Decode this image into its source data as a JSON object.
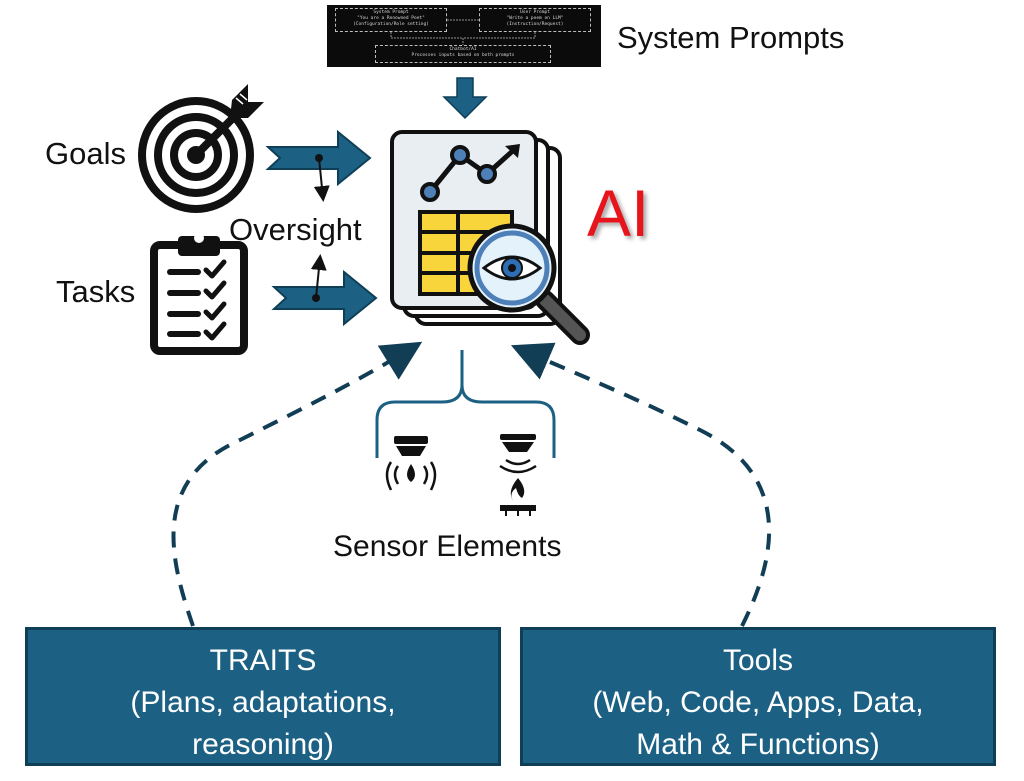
{
  "system_prompt_panel": {
    "system_box": {
      "title": "System Prompt",
      "line1": "\"You are a Renowned Poet\"",
      "line2": "(Configuration/Role setting)"
    },
    "user_box": {
      "title": "User Prompt",
      "line1": "\"Write a poem on LLM\"",
      "line2": "(Instruction/Request)"
    },
    "chatbot_box": {
      "title": "Chatbot/AI",
      "line1": "Processes inputs based on both prompts"
    }
  },
  "labels": {
    "system_prompts": "System Prompts",
    "goals": "Goals",
    "tasks": "Tasks",
    "oversight": "Oversight",
    "ai": "AI",
    "sensor_elements": "Sensor Elements"
  },
  "panels": {
    "traits": {
      "line1": "TRAITS",
      "line2": "(Plans, adaptations,",
      "line3": "reasoning)"
    },
    "tools": {
      "line1": "Tools",
      "line2": "(Web, Code, Apps, Data,",
      "line3": "Math & Functions)"
    }
  },
  "colors": {
    "arrow_fill": "#1c6184",
    "panel_fill": "#1c6184",
    "ai_text": "#e8141b",
    "dashed_line": "#123e55"
  },
  "icons": [
    "target-icon",
    "clipboard-checklist-icon",
    "analytics-report-icon",
    "magnifier-eye-icon",
    "smoke-detector-icon",
    "heat-detector-icon"
  ]
}
